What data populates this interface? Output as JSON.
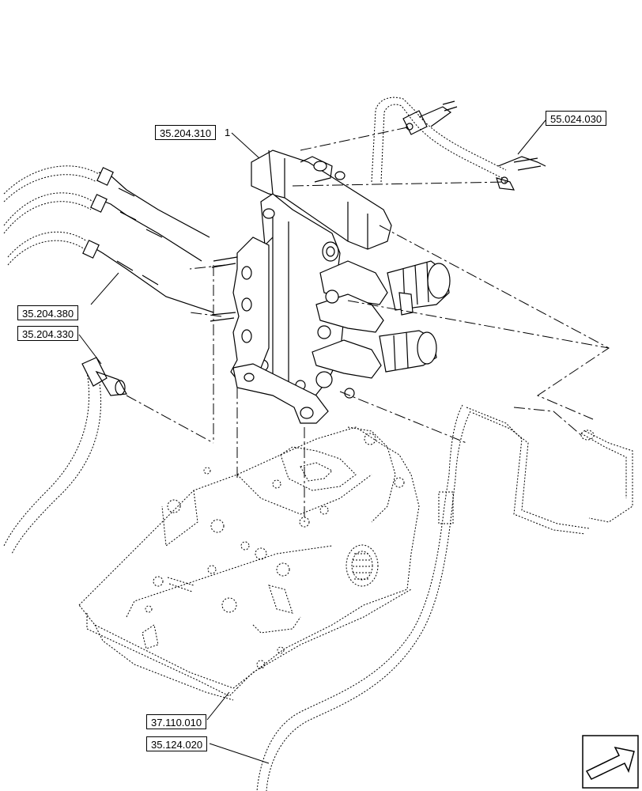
{
  "callouts": {
    "valve_ref": "35.204.310",
    "valve_item": "1",
    "pipe_ref": "55.024.030",
    "cable_ref": "35.204.380",
    "hose_ref": "35.204.330",
    "housing_ref": "37.110.010",
    "tube_ref": "35.124.020"
  },
  "icons": {
    "nav": "next-page-arrow-icon"
  }
}
